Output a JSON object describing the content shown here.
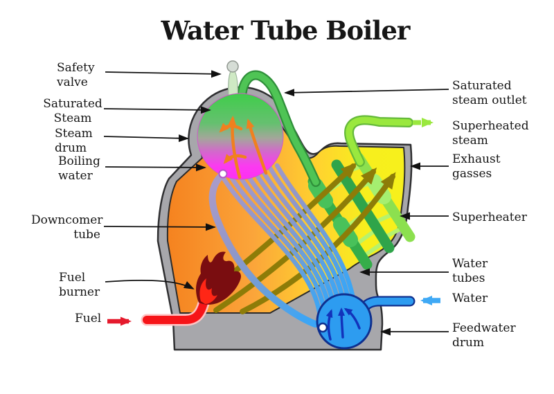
{
  "title": "Water Tube Boiler",
  "labels": {
    "safety_valve": {
      "line1": "Safety",
      "line2": "valve"
    },
    "saturated_steam": {
      "line1": "Saturated",
      "line2": "Steam"
    },
    "steam_drum": {
      "line1": "Steam",
      "line2": "drum"
    },
    "boiling_water": {
      "line1": "Boiling",
      "line2": "water"
    },
    "downcomer_tube": {
      "line1": "Downcomer",
      "line2": "tube"
    },
    "fuel_burner": {
      "line1": "Fuel",
      "line2": "burner"
    },
    "fuel": {
      "text": "Fuel"
    },
    "saturated_steam_outlet": {
      "line1": "Saturated",
      "line2": "steam outlet"
    },
    "superheated_steam": {
      "line1": "Superheated",
      "line2": "steam"
    },
    "exhaust_gasses": {
      "line1": "Exhaust",
      "line2": "gasses"
    },
    "superheater": {
      "text": "Superheater"
    },
    "water_tubes": {
      "line1": "Water",
      "line2": "tubes"
    },
    "water": {
      "text": "Water"
    },
    "feedwater_drum": {
      "line1": "Feedwater",
      "line2": "drum"
    }
  },
  "colors": {
    "shell_grey": "#a7a7ab",
    "outline_dark": "#2f2f31",
    "furnace_orange": "#f5821f",
    "furnace_yellow": "#f7f01c",
    "steam_green": "#3fcd4a",
    "boiling_magenta": "#fb3af1",
    "saturated_pipe_green": "#4fc455",
    "superheated_pipe_green": "#9ae83e",
    "exhaust_olive": "#8d7c08",
    "water_tube_purple": "#a89bc9",
    "water_blue": "#2d9cf0",
    "feed_arrow_blue": "#1233bb",
    "fuel_red": "#f61418",
    "flame_maroon": "#7a0d10",
    "drum_arrow_orange": "#f0801f",
    "leader_black": "#111111"
  }
}
